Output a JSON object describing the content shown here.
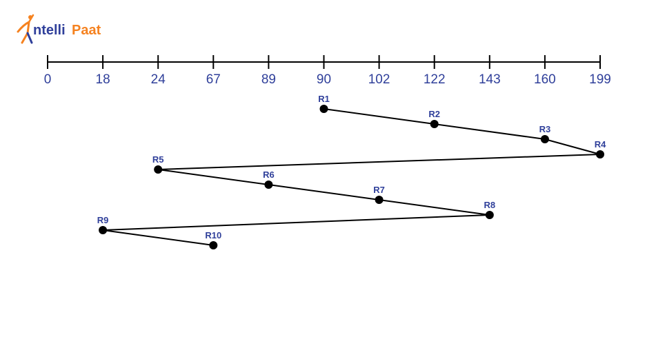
{
  "brand": {
    "part1": "ntelli",
    "part2": "Paat",
    "colors": {
      "blue": "#2f3f9a",
      "orange": "#f58220"
    }
  },
  "axis": {
    "ticks": [
      "0",
      "18",
      "24",
      "67",
      "89",
      "90",
      "102",
      "122",
      "143",
      "160",
      "199"
    ]
  },
  "requests": [
    {
      "label": "R1",
      "cylinder": "90"
    },
    {
      "label": "R2",
      "cylinder": "122"
    },
    {
      "label": "R3",
      "cylinder": "160"
    },
    {
      "label": "R4",
      "cylinder": "199"
    },
    {
      "label": "R5",
      "cylinder": "24"
    },
    {
      "label": "R6",
      "cylinder": "89"
    },
    {
      "label": "R7",
      "cylinder": "102"
    },
    {
      "label": "R8",
      "cylinder": "143"
    },
    {
      "label": "R9",
      "cylinder": "18"
    },
    {
      "label": "R10",
      "cylinder": "67"
    }
  ],
  "colors": {
    "label": "#2f3f9a",
    "line": "#000000",
    "point": "#000000"
  }
}
